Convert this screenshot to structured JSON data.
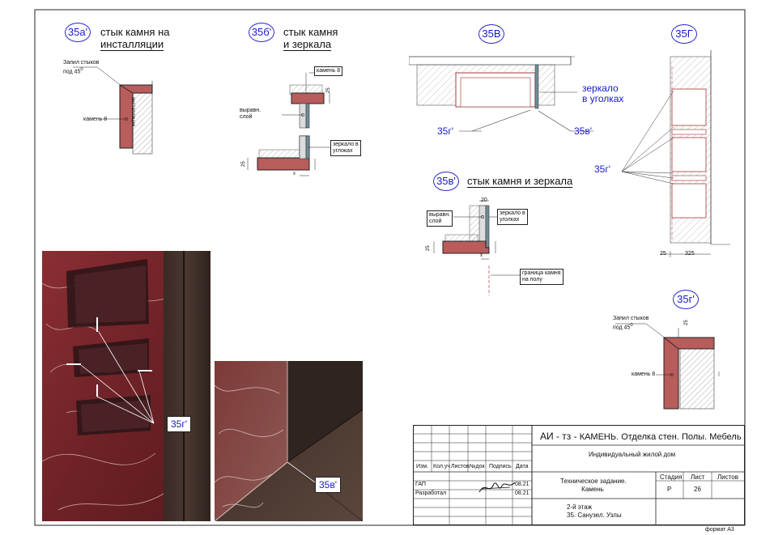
{
  "details": {
    "a": {
      "tag": "35а'",
      "title1": "стык камня на",
      "title2": "инсталляции",
      "cut_label1": "Запил стыков",
      "cut_label2": "под 45",
      "stone_label": "камень 8",
      "vertical_text": "инсталляция"
    },
    "b": {
      "tag": "35б'",
      "title1": "стык камня",
      "title2": "и зеркала",
      "stone_label": "камень 8",
      "leveling_label1": "выравн.",
      "leveling_label2": "слой",
      "mirror_label1": "зеркало в",
      "mirror_label2": "углоках",
      "dim_25": "25",
      "dim_x": "х"
    },
    "v": {
      "tag": "35В",
      "mirror_label1": "зеркало",
      "mirror_label2": "в уголках",
      "ref_g": "35г'",
      "ref_v": "35в'"
    },
    "g": {
      "tag": "35Г",
      "ref_g": "35г'",
      "dim_25": "25",
      "dim_325": "325"
    },
    "v2": {
      "tag": "35в'",
      "title": "стык камня и зеркала",
      "dim_20": "20",
      "leveling_label1": "выравн.",
      "leveling_label2": "слой",
      "mirror_label1": "зеркало в",
      "mirror_label2": "уголках",
      "boundary_label1": "граница камня",
      "boundary_label2": "на полу",
      "dim_25": "25",
      "dim_x": "х"
    },
    "g2": {
      "tag": "35г'",
      "cut_label1": "Запил стыков",
      "cut_label2": "под 45",
      "stone_label": "камень 8",
      "dim_25": "25"
    }
  },
  "photos": {
    "photo1_label": "35г'",
    "photo2_label": "35в'"
  },
  "title_block": {
    "project_code": "АИ - тз -",
    "project_title": "КАМЕНЬ. Отделка стен. Полы. Мебель",
    "object": "Индивидуальный жилой дом",
    "doc_title1": "Техническое задание.",
    "doc_title2": "Камень",
    "sheet_title1": "2-й этаж",
    "sheet_title2": "35. Санузел. Узлы",
    "headers": [
      "Изм.",
      "Кол.уч",
      "Листов",
      "№док",
      "Подпись",
      "Дата"
    ],
    "roles": [
      "ГАП",
      "Разработал"
    ],
    "dates": [
      "08.21",
      "08.21"
    ],
    "stage_label": "Стадия",
    "sheet_label": "Лист",
    "sheets_label": "Листов",
    "stage_value": "Р",
    "sheet_value": "26",
    "sheets_value": ""
  },
  "format": "формат А3",
  "colors": {
    "stone": "#b85c5c",
    "stone_dark": "#7a2a2a",
    "tag_blue": "#1a1ac8",
    "frame": "#222222"
  }
}
